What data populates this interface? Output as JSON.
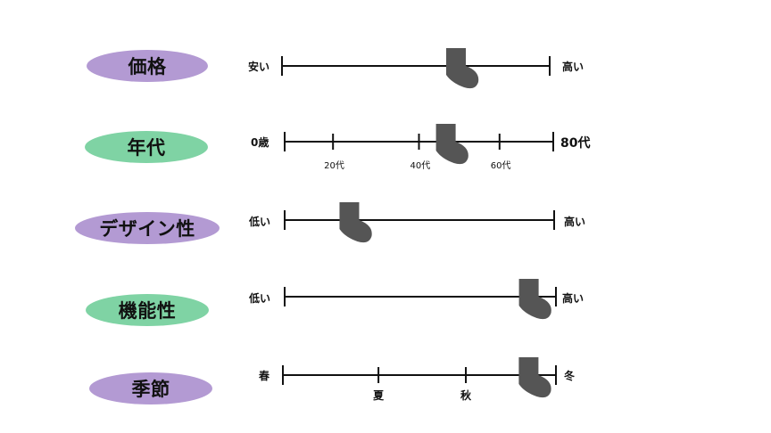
{
  "scales": [
    {
      "label": "価格",
      "color": "purple",
      "left": "安い",
      "right": "高い",
      "ticks": [],
      "marker": 0.65
    },
    {
      "label": "年代",
      "color": "green",
      "left": "0歳",
      "right": "80代",
      "ticks": [
        {
          "label": "20代",
          "pos": 0.18
        },
        {
          "label": "40代",
          "pos": 0.5
        },
        {
          "label": "60代",
          "pos": 0.8
        }
      ],
      "marker": 0.6
    },
    {
      "label": "デザイン性",
      "color": "purple",
      "left": "低い",
      "right": "高い",
      "ticks": [],
      "marker": 0.24
    },
    {
      "label": "機能性",
      "color": "green",
      "left": "低い",
      "right": "高い",
      "ticks": [],
      "marker": 0.9
    },
    {
      "label": "季節",
      "color": "purple",
      "left": "春",
      "right": "冬",
      "ticks": [
        {
          "label": "夏",
          "pos": 0.35
        },
        {
          "label": "秋",
          "pos": 0.67
        }
      ],
      "marker": 0.9
    }
  ],
  "colors": {
    "purple": "#b39ad3",
    "green": "#7fd3a4",
    "marker": "#555555",
    "line": "#111111"
  },
  "icons": {
    "marker": "sock-icon"
  }
}
